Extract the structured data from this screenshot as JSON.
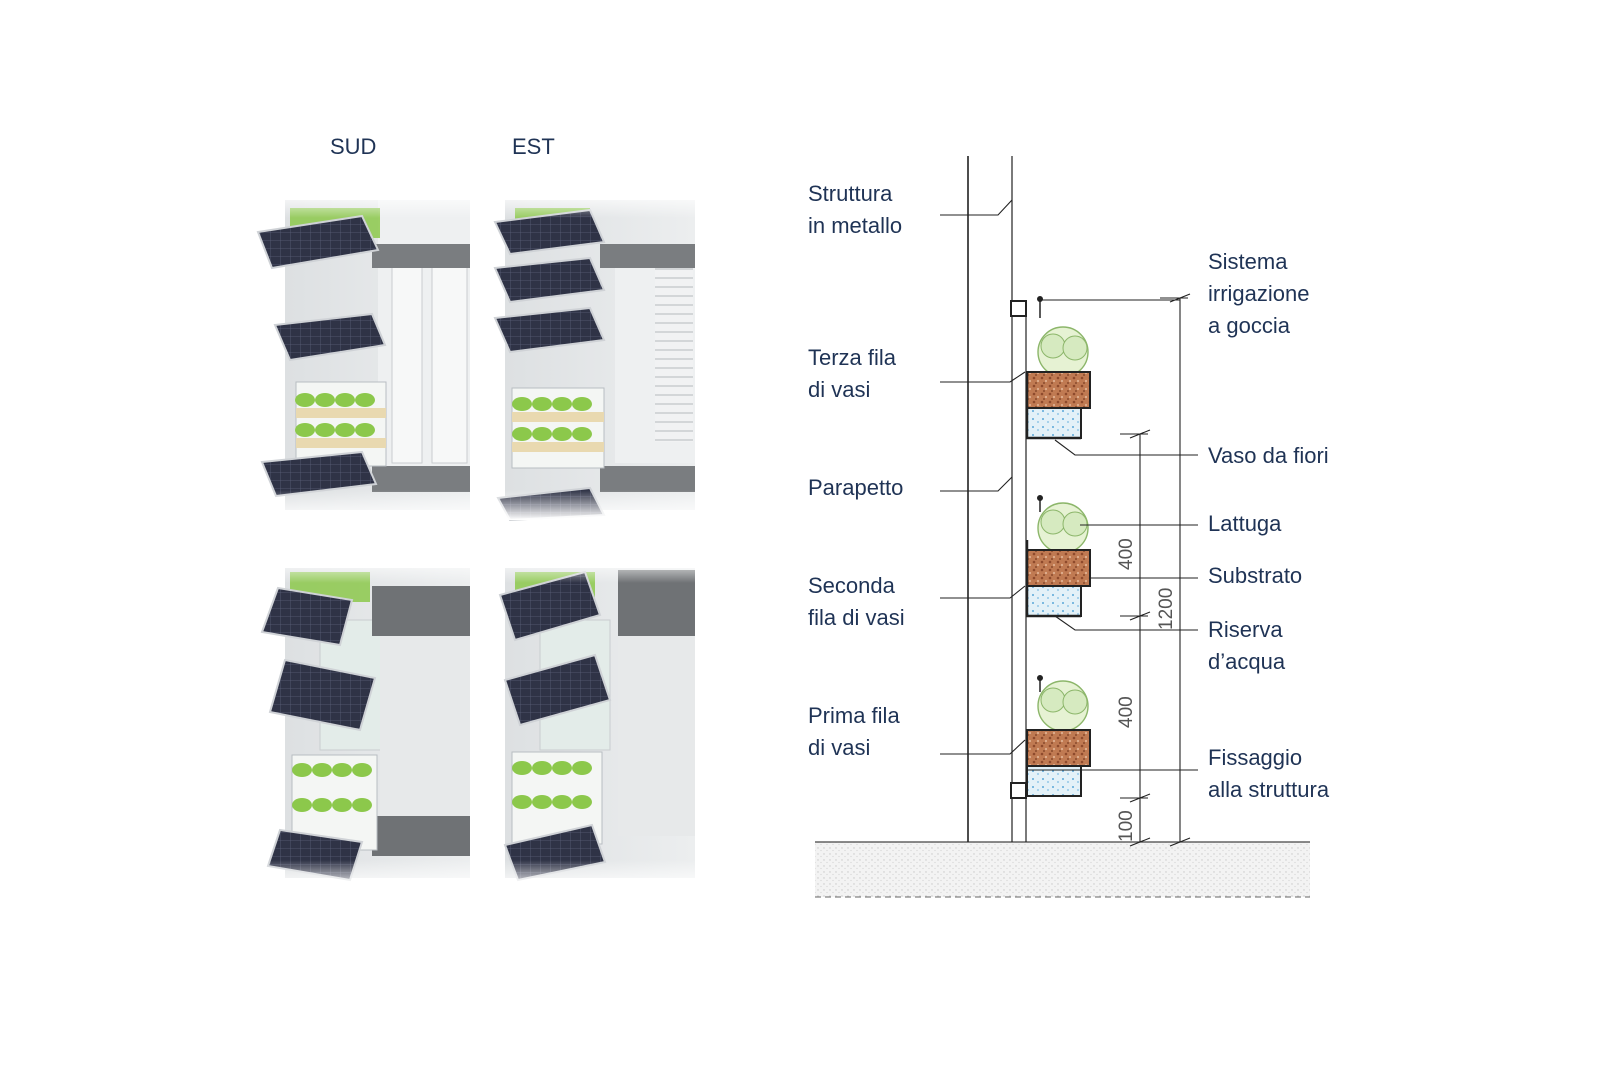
{
  "views": {
    "south_label": "SUD",
    "east_label": "EST"
  },
  "labels": {
    "struttura": [
      "Struttura",
      "in metallo"
    ],
    "terza": [
      "Terza fila",
      "di vasi"
    ],
    "parapetto": [
      "Parapetto"
    ],
    "seconda": [
      "Seconda",
      "fila di vasi"
    ],
    "prima": [
      "Prima fila",
      "di vasi"
    ],
    "sistema": [
      "Sistema",
      "irrigazione",
      "a goccia"
    ],
    "vaso": [
      "Vaso da fiori"
    ],
    "lattuga": [
      "Lattuga"
    ],
    "substrato": [
      "Substrato"
    ],
    "riserva": [
      "Riserva",
      "d’acqua"
    ],
    "fissaggio": [
      "Fissaggio",
      "alla struttura"
    ]
  },
  "dimensions": {
    "top_spacing": "400",
    "mid_spacing": "400",
    "base_offset": "100",
    "total_height": "1200"
  },
  "colors": {
    "text": "#1f3355",
    "soil": "#b8704a",
    "water": "#dfeff7",
    "plant": "#8cc84b",
    "panel": "#2e3140"
  }
}
